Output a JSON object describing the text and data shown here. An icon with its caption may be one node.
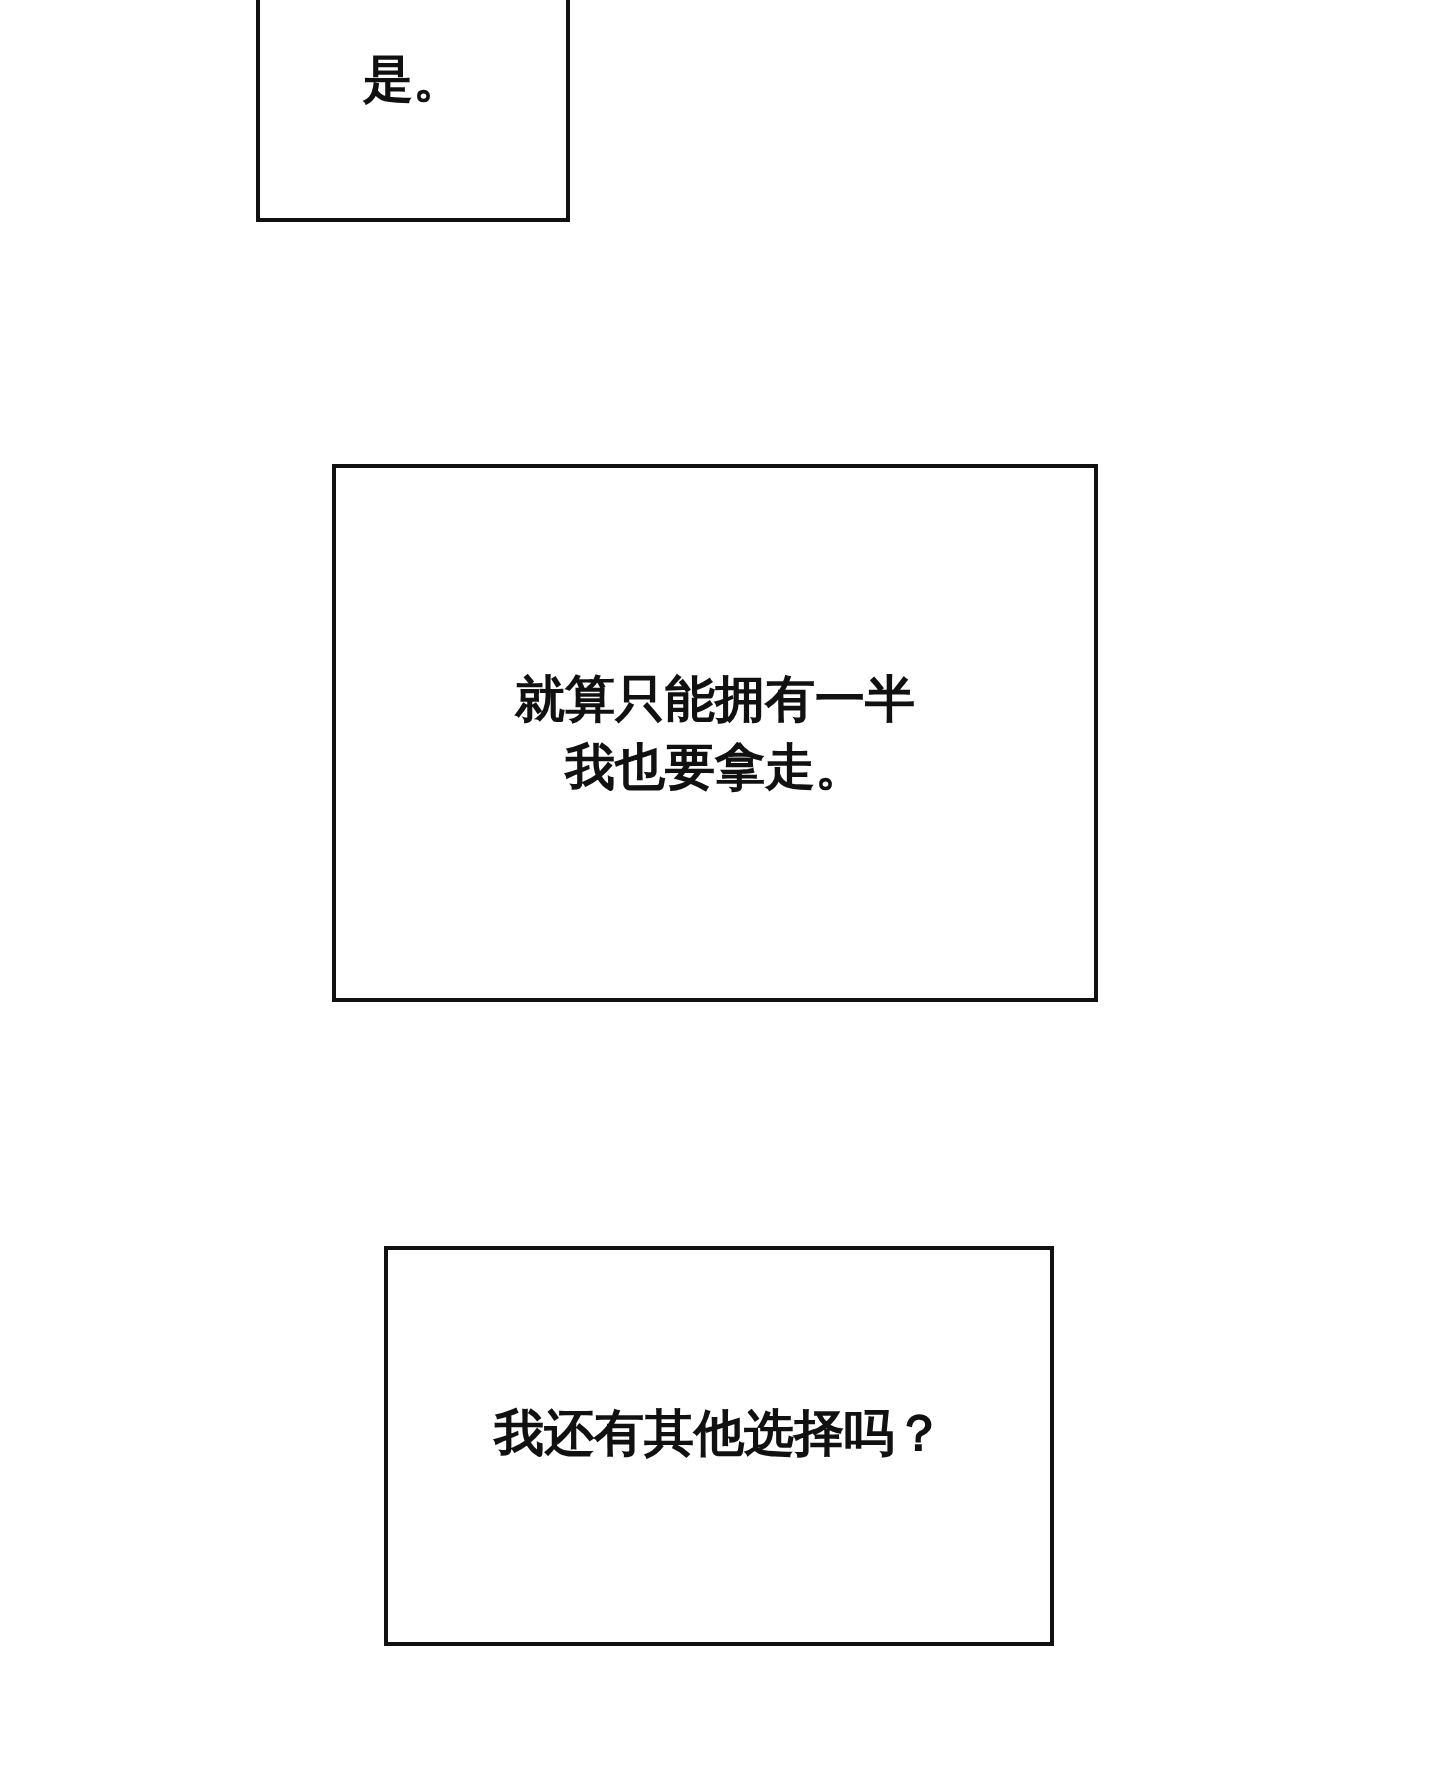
{
  "diagram": {
    "nodes": [
      {
        "text": [
          "是。"
        ]
      },
      {
        "text": [
          "就算只能拥有一半我也要拿走。"
        ]
      },
      {
        "text": [
          "我还有其他选择吗？"
        ]
      }
    ]
  }
}
